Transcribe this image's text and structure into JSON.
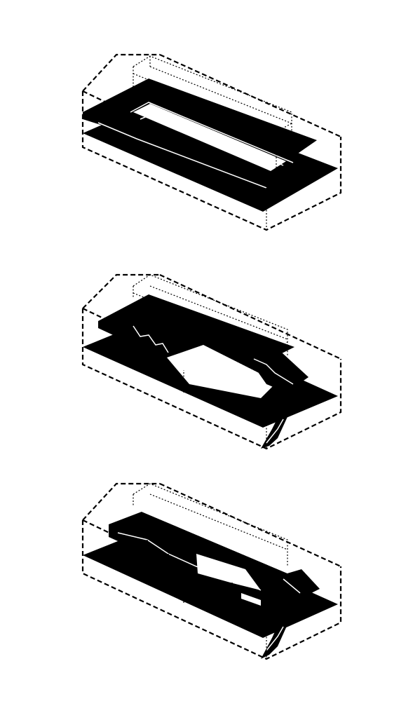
{
  "diagram": {
    "panels": [
      {
        "id": "stage-1",
        "elements": [
          "volume-outline",
          "floor-plate-upper",
          "floor-plate-lower",
          "central-void",
          "roof-canopy"
        ]
      },
      {
        "id": "stage-2",
        "elements": [
          "volume-outline",
          "floor-plate-upper",
          "floor-plate-lower",
          "stair-left",
          "stair-right",
          "stair-exterior",
          "central-opening",
          "roof-canopy"
        ]
      },
      {
        "id": "stage-3",
        "elements": [
          "volume-outline",
          "floor-plate-lower",
          "solid-mass",
          "stair-right",
          "stair-exterior",
          "roof-canopy"
        ]
      }
    ],
    "colors": {
      "ink": "#000000",
      "paper": "#ffffff"
    }
  }
}
